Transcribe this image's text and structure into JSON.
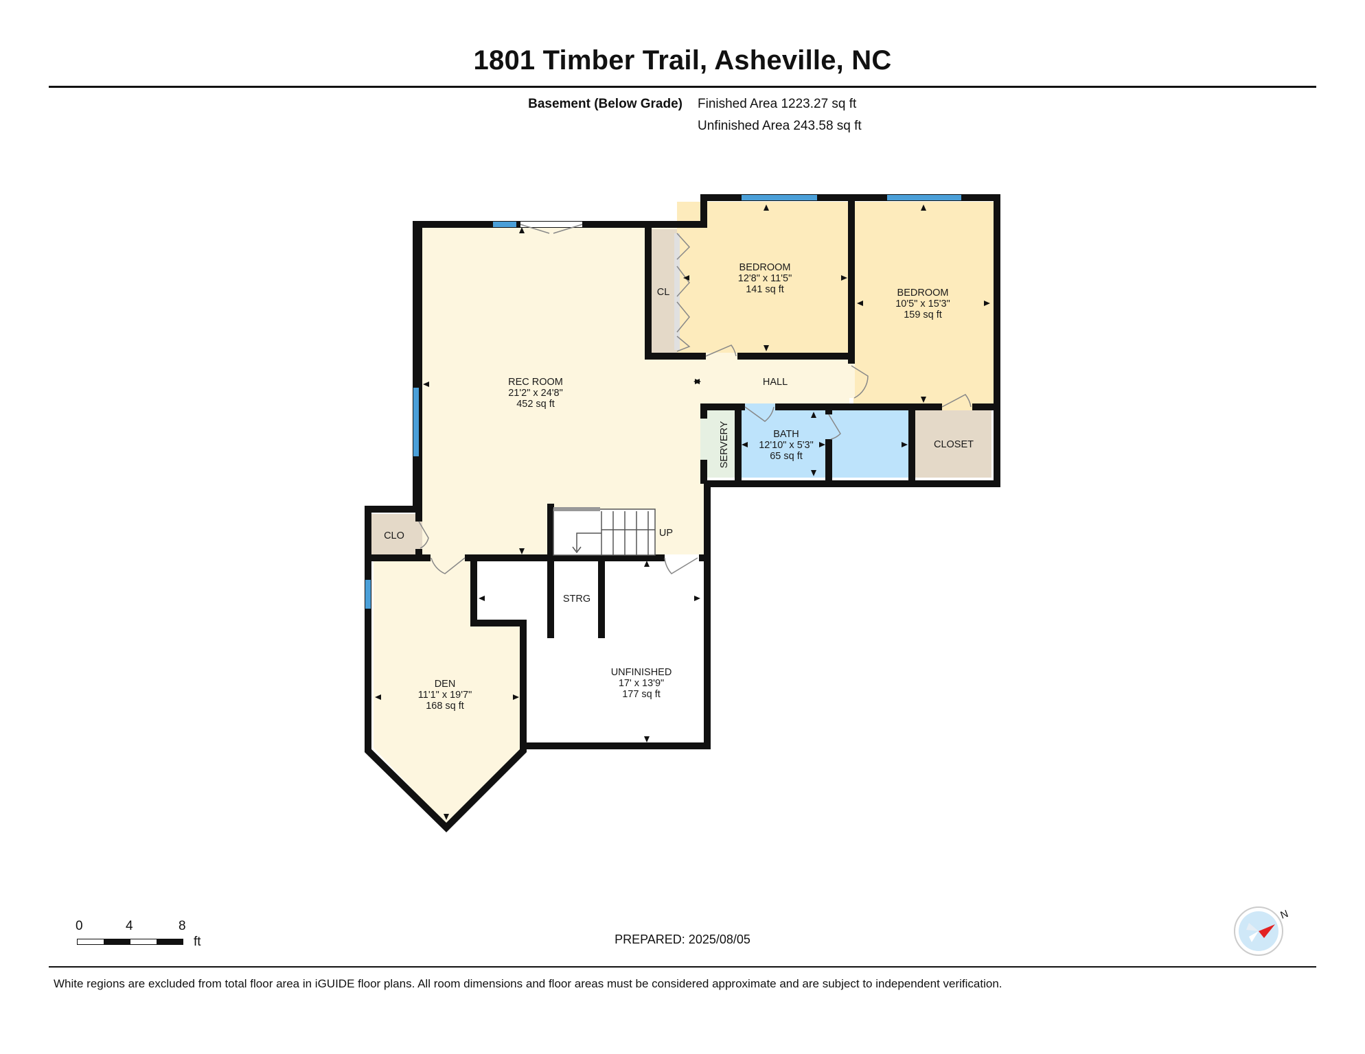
{
  "header": {
    "title": "1801 Timber Trail, Asheville, NC",
    "level_name": "Basement (Below Grade)",
    "finished_area": "Finished Area 1223.27 sq ft",
    "unfinished_area": "Unfinished Area 243.58 sq ft"
  },
  "rooms": {
    "bedroom1": {
      "name": "BEDROOM",
      "dims": "12'8\" x 11'5\"",
      "area": "141 sq ft"
    },
    "bedroom2": {
      "name": "BEDROOM",
      "dims": "10'5\" x 15'3\"",
      "area": "159 sq ft"
    },
    "rec_room": {
      "name": "REC ROOM",
      "dims": "21'2\" x 24'8\"",
      "area": "452 sq ft"
    },
    "bath": {
      "name": "BATH",
      "dims": "12'10\" x 5'3\"",
      "area": "65 sq ft"
    },
    "den": {
      "name": "DEN",
      "dims": "11'1\" x 19'7\"",
      "area": "168 sq ft"
    },
    "unfinished": {
      "name": "UNFINISHED",
      "dims": "17' x 13'9\"",
      "area": "177 sq ft"
    },
    "cl": {
      "name": "CL"
    },
    "hall": {
      "name": "HALL"
    },
    "servery": {
      "name": "SERVERY"
    },
    "closet": {
      "name": "CLOSET"
    },
    "clo": {
      "name": "CLO"
    },
    "strg": {
      "name": "STRG"
    },
    "stairs": {
      "name": "UP"
    }
  },
  "scale": {
    "t0": "0",
    "t1": "4",
    "t2": "8",
    "unit": "ft"
  },
  "compass": {
    "north_label": "N"
  },
  "footer": {
    "prepared": "PREPARED: 2025/08/05",
    "disclaimer": "White regions are excluded from total floor area in iGUIDE floor plans. All room dimensions and floor areas must be considered approximate and are subject to independent verification."
  },
  "colors": {
    "living": "#fdf6df",
    "bedroom": "#fdebbc",
    "bath": "#bde3fb",
    "closet": "#e4d9c8",
    "servery": "#e6f0e2",
    "unfinished": "#ffffff",
    "wall": "#111111",
    "window": "#4a9fd8"
  }
}
